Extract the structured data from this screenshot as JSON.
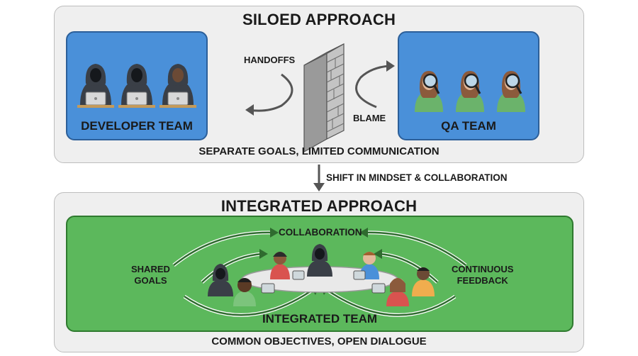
{
  "siloed": {
    "title": "SILOED APPROACH",
    "developer_team": "DEVELOPER TEAM",
    "qa_team": "QA TEAM",
    "handoffs": "HANDOFFS",
    "blame": "BLAME",
    "caption": "SEPARATE GOALS, LIMITED COMMUNICATION"
  },
  "transition": {
    "label": "SHIFT IN MINDSET & COLLABORATION"
  },
  "integrated": {
    "title": "INTEGRATED APPROACH",
    "collaboration": "COLLABORATION",
    "shared_goals_line1": "SHARED",
    "shared_goals_line2": "GOALS",
    "continuous_feedback_line1": "CONTINUOUS",
    "continuous_feedback_line2": "FEEDBACK",
    "team_label": "INTEGRATED TEAM",
    "caption": "COMMON OBJECTIVES, OPEN DIALOGUE"
  },
  "colors": {
    "panel_bg": "#efefef",
    "team_blue": "#4a90d9",
    "team_green": "#5cb85c",
    "arrow_gray": "#555555",
    "wall_gray": "#8c8c8c"
  },
  "icons": [
    "hooded-developer-icon",
    "qa-tester-magnifier-icon",
    "brick-wall-icon",
    "laptop-icon"
  ]
}
